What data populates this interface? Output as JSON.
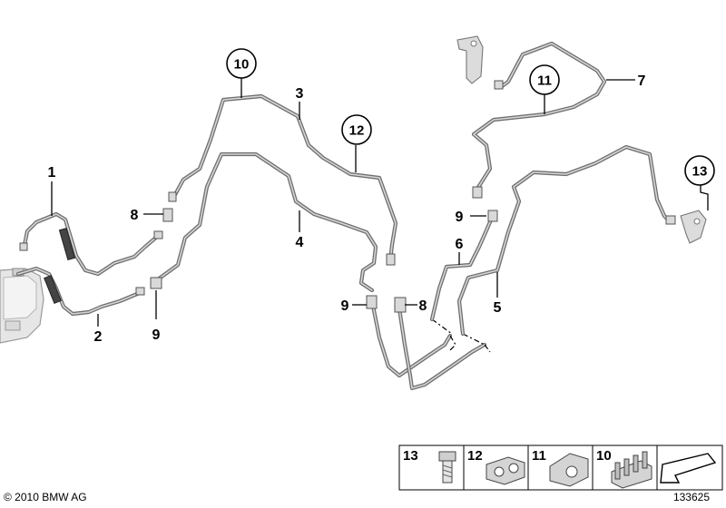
{
  "callouts": {
    "c1": "1",
    "c2": "2",
    "c3": "3",
    "c4": "4",
    "c5": "5",
    "c6": "6",
    "c7": "7",
    "c8a": "8",
    "c8b": "8",
    "c9a": "9",
    "c9b": "9",
    "c9c": "9",
    "c10": "10",
    "c11": "11",
    "c12": "12",
    "c13": "13"
  },
  "legend": {
    "item13": "13",
    "item12": "12",
    "item11": "11",
    "item10": "10"
  },
  "footer": {
    "copyright": "© 2010 BMW AG",
    "diagram_number": "133625"
  }
}
